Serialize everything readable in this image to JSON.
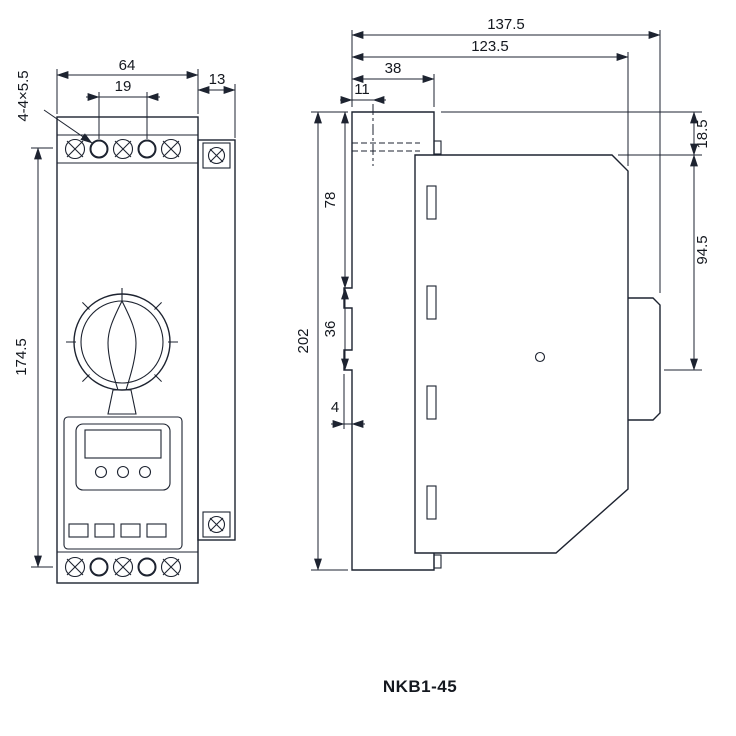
{
  "caption": "NKB1-45",
  "colors": {
    "line": "#1d2330",
    "text": "#14181f",
    "background": "#ffffff"
  },
  "front_view": {
    "dims": {
      "body_width": "64",
      "hole_spacing": "19",
      "attachment_width": "13",
      "mounting_holes": "4-4×5.5",
      "body_height": "174.5"
    }
  },
  "side_view": {
    "dims": {
      "overall_depth": "137.5",
      "case_depth": "123.5",
      "bracket_depth": "38",
      "screw_offset": "11",
      "overall_height": "202",
      "upper_section": "78",
      "rail_slot": "36",
      "hook_depth": "4",
      "top_clearance": "18.5",
      "case_height": "94.5"
    }
  }
}
